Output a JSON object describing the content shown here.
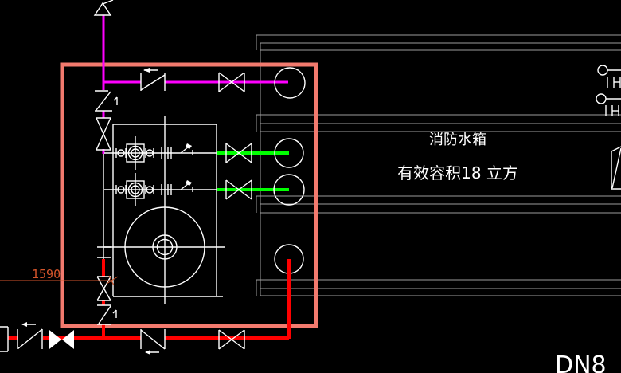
{
  "drawing": {
    "labels": {
      "tank_name": "消防水箱",
      "tank_volume": "有效容积18 立方",
      "dimension_value": "1590",
      "pipe_size": "DN8"
    },
    "colors": {
      "background": "#000000",
      "highlight_box": "#f27a6e",
      "magenta_pipe": "#ff00ff",
      "green_pipe": "#00ff00",
      "red_pipe": "#ff0000",
      "dimension_orange": "#d4552b",
      "tank_line_gray": "#9d9d9d",
      "symbol_white": "#ffffff"
    }
  }
}
